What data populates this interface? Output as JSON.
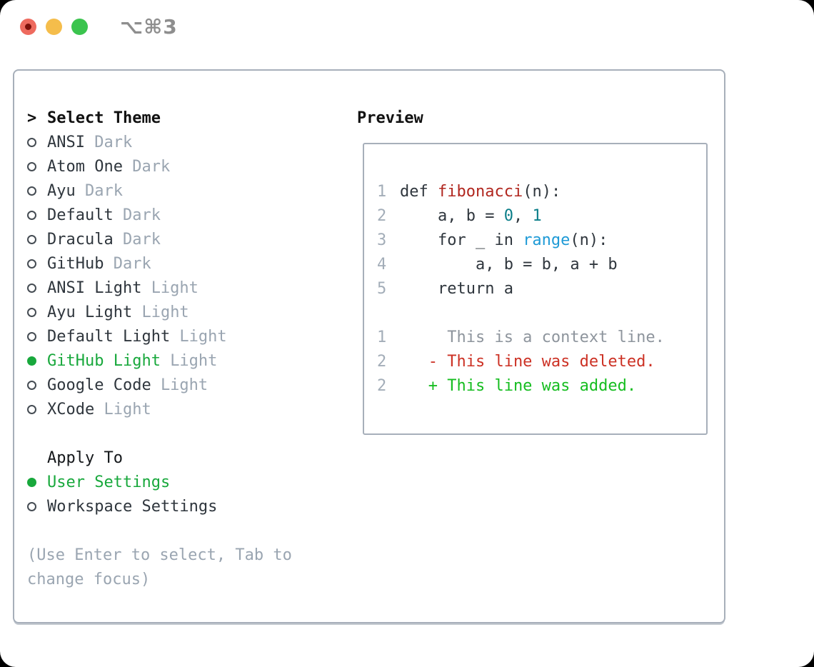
{
  "window": {
    "title": "⌥⌘3",
    "traffic_lights": [
      {
        "name": "close",
        "color": "#ee6a5e"
      },
      {
        "name": "minimize",
        "color": "#f5bd4b"
      },
      {
        "name": "zoom",
        "color": "#3bc44e"
      }
    ]
  },
  "theme_list": {
    "prompt": ">",
    "header": "Select Theme",
    "items": [
      {
        "name": "ANSI",
        "variant": "Dark",
        "selected": false
      },
      {
        "name": "Atom One",
        "variant": "Dark",
        "selected": false
      },
      {
        "name": "Ayu",
        "variant": "Dark",
        "selected": false
      },
      {
        "name": "Default",
        "variant": "Dark",
        "selected": false
      },
      {
        "name": "Dracula",
        "variant": "Dark",
        "selected": false
      },
      {
        "name": "GitHub",
        "variant": "Dark",
        "selected": false
      },
      {
        "name": "ANSI Light",
        "variant": "Light",
        "selected": false
      },
      {
        "name": "Ayu Light",
        "variant": "Light",
        "selected": false
      },
      {
        "name": "Default Light",
        "variant": "Light",
        "selected": false
      },
      {
        "name": "GitHub Light",
        "variant": "Light",
        "selected": true
      },
      {
        "name": "Google Code",
        "variant": "Light",
        "selected": false
      },
      {
        "name": "XCode",
        "variant": "Light",
        "selected": false
      }
    ]
  },
  "apply_to": {
    "header": "Apply To",
    "options": [
      {
        "label": "User Settings",
        "selected": true
      },
      {
        "label": "Workspace Settings",
        "selected": false
      }
    ]
  },
  "hint_lines": [
    "(Use Enter to select, Tab to",
    "change focus)"
  ],
  "preview": {
    "header": "Preview",
    "code_lines": [
      {
        "num": "1",
        "tokens": [
          {
            "t": "def ",
            "c": "text"
          },
          {
            "t": "fibonacci",
            "c": "func"
          },
          {
            "t": "(n):",
            "c": "text"
          }
        ]
      },
      {
        "num": "2",
        "tokens": [
          {
            "t": "    a, b = ",
            "c": "text"
          },
          {
            "t": "0",
            "c": "num"
          },
          {
            "t": ", ",
            "c": "text"
          },
          {
            "t": "1",
            "c": "num"
          }
        ]
      },
      {
        "num": "3",
        "tokens": [
          {
            "t": "    for _ in ",
            "c": "text"
          },
          {
            "t": "range",
            "c": "builtin"
          },
          {
            "t": "(n):",
            "c": "text"
          }
        ]
      },
      {
        "num": "4",
        "tokens": [
          {
            "t": "        a, b = b, a + b",
            "c": "text"
          }
        ]
      },
      {
        "num": "5",
        "tokens": [
          {
            "t": "    return a",
            "c": "text"
          }
        ]
      }
    ],
    "diff_lines": [
      {
        "num": "1",
        "tokens": [
          {
            "t": "     This is a context line.",
            "c": "context"
          }
        ]
      },
      {
        "num": "2",
        "tokens": [
          {
            "t": "   - This line was deleted.",
            "c": "deleted"
          }
        ]
      },
      {
        "num": "2",
        "tokens": [
          {
            "t": "   + This line was added.",
            "c": "added"
          }
        ]
      }
    ]
  },
  "colors": {
    "selected_green": "#18a83c",
    "muted_gray": "#9aa5b1",
    "text_dark": "#2f363d",
    "border_gray": "#a7afba",
    "syntax_func_red": "#b1271f",
    "syntax_number_teal": "#0b7e89",
    "syntax_builtin_blue": "#1e9ad6",
    "diff_deleted_red": "#cc3124",
    "diff_added_green": "#16bd20",
    "title_gray": "#8e8e8e"
  }
}
